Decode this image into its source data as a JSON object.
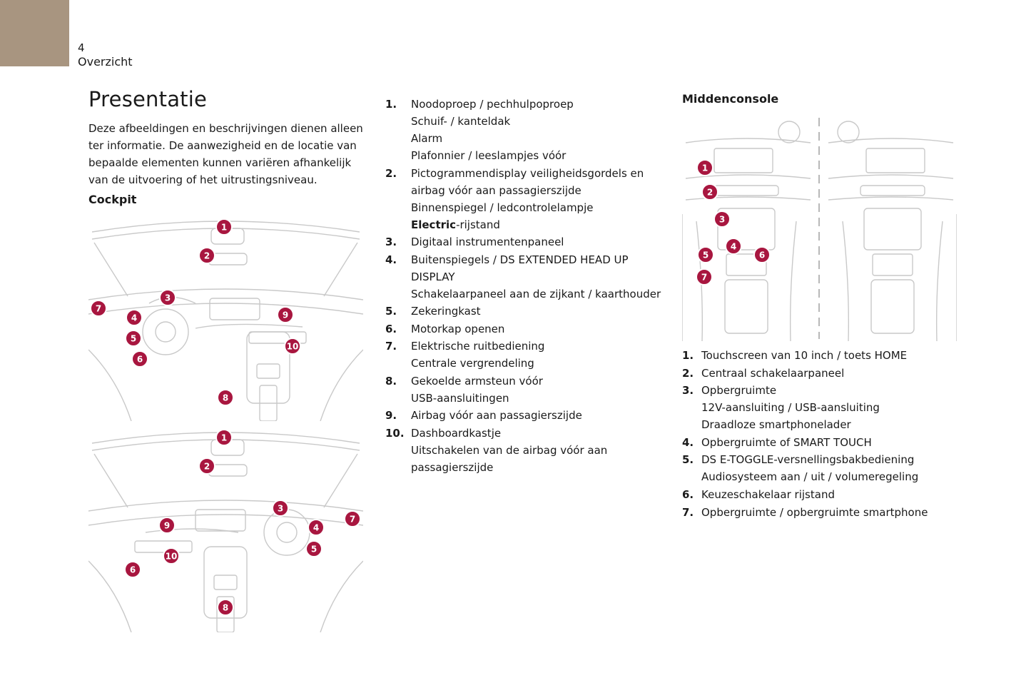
{
  "header": {
    "page_number": "4",
    "section": "Overzicht"
  },
  "title": "Presentatie",
  "intro": "Deze afbeeldingen en beschrijvingen dienen alleen ter informatie. De aanwezigheid en de locatie van bepaalde elementen kunnen variëren afhankelijk van de uitvoering of het uitrustingsniveau.",
  "cockpit_heading": "Cockpit",
  "console_heading": "Middenconsole",
  "colors": {
    "accent": "#a89580",
    "marker": "#a8163f"
  },
  "cockpit_figures": [
    {
      "name": "cockpit-left-hand-drive",
      "markers": [
        "1",
        "2",
        "3",
        "4",
        "5",
        "6",
        "7",
        "8",
        "9",
        "10"
      ]
    },
    {
      "name": "cockpit-right-hand-drive",
      "markers": [
        "1",
        "2",
        "3",
        "4",
        "5",
        "6",
        "7",
        "8",
        "9",
        "10"
      ]
    }
  ],
  "console_figure": {
    "markers": [
      "1",
      "2",
      "3",
      "4",
      "5",
      "6",
      "7"
    ]
  },
  "cockpit_list": [
    {
      "num": "1.",
      "lines": [
        {
          "text": "Noodoproep / pechhulpoproep"
        },
        {
          "text": "Schuif- / kanteldak"
        },
        {
          "text": "Alarm"
        },
        {
          "text": "Plafonnier / leeslampjes vóór"
        }
      ]
    },
    {
      "num": "2.",
      "lines": [
        {
          "text": "Pictogrammendisplay veiligheidsgordels en"
        },
        {
          "text": "airbag vóór aan passagierszijde"
        },
        {
          "text": "Binnenspiegel / ledcontrolelampje"
        },
        {
          "strong": "Electric",
          "text": "-rijstand"
        }
      ]
    },
    {
      "num": "3.",
      "lines": [
        {
          "text": "Digitaal instrumentenpaneel"
        }
      ]
    },
    {
      "num": "4.",
      "lines": [
        {
          "text": "Buitenspiegels / DS EXTENDED HEAD UP DISPLAY"
        },
        {
          "text": "Schakelaarpaneel aan de zijkant / kaarthouder"
        }
      ]
    },
    {
      "num": "5.",
      "lines": [
        {
          "text": "Zekeringkast"
        }
      ]
    },
    {
      "num": "6.",
      "lines": [
        {
          "text": "Motorkap openen"
        }
      ]
    },
    {
      "num": "7.",
      "lines": [
        {
          "text": "Elektrische ruitbediening"
        },
        {
          "text": "Centrale vergrendeling"
        }
      ]
    },
    {
      "num": "8.",
      "lines": [
        {
          "text": "Gekoelde armsteun vóór"
        },
        {
          "text": "USB-aansluitingen"
        }
      ]
    },
    {
      "num": "9.",
      "lines": [
        {
          "text": "Airbag vóór aan passagierszijde"
        }
      ]
    },
    {
      "num": "10.",
      "lines": [
        {
          "text": "Dashboardkastje"
        },
        {
          "text": "Uitschakelen van de airbag vóór aan"
        },
        {
          "text": "passagierszijde"
        }
      ]
    }
  ],
  "console_list": [
    {
      "num": "1.",
      "lines": [
        {
          "text": "Touchscreen van 10 inch / toets HOME"
        }
      ]
    },
    {
      "num": "2.",
      "lines": [
        {
          "text": "Centraal schakelaarpaneel"
        }
      ]
    },
    {
      "num": "3.",
      "lines": [
        {
          "text": "Opbergruimte"
        },
        {
          "text": "12V-aansluiting / USB-aansluiting"
        },
        {
          "text": "Draadloze smartphonelader"
        }
      ]
    },
    {
      "num": "4.",
      "lines": [
        {
          "text": "Opbergruimte of SMART TOUCH"
        }
      ]
    },
    {
      "num": "5.",
      "lines": [
        {
          "text": "DS E-TOGGLE-versnellingsbakbediening"
        },
        {
          "text": "Audiosysteem aan / uit / volumeregeling"
        }
      ]
    },
    {
      "num": "6.",
      "lines": [
        {
          "text": "Keuzeschakelaar rijstand"
        }
      ]
    },
    {
      "num": "7.",
      "lines": [
        {
          "text": "Opbergruimte / opbergruimte smartphone"
        }
      ]
    }
  ]
}
